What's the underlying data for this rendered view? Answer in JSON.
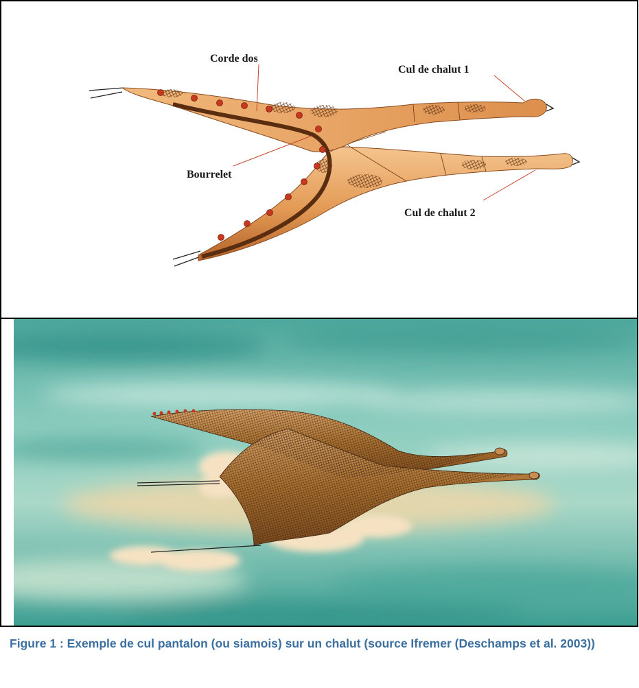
{
  "diagram_labels": {
    "corde_dos": "Corde dos",
    "cul_de_chalut_1": "Cul de chalut 1",
    "bourrelet": "Bourrelet",
    "cul_de_chalut_2": "Cul de chalut 2"
  },
  "caption": "Figure 1 : Exemple de cul pantalon (ou siamois) sur un chalut (source Ifremer (Deschamps et al. 2003))",
  "colors": {
    "net_orange": "#e8a262",
    "net_dark": "#b8652a",
    "floats_red": "#c7391f",
    "water": "#5fb3a4",
    "sand": "#f1d6a6",
    "caption_blue": "#3b6fa0"
  }
}
